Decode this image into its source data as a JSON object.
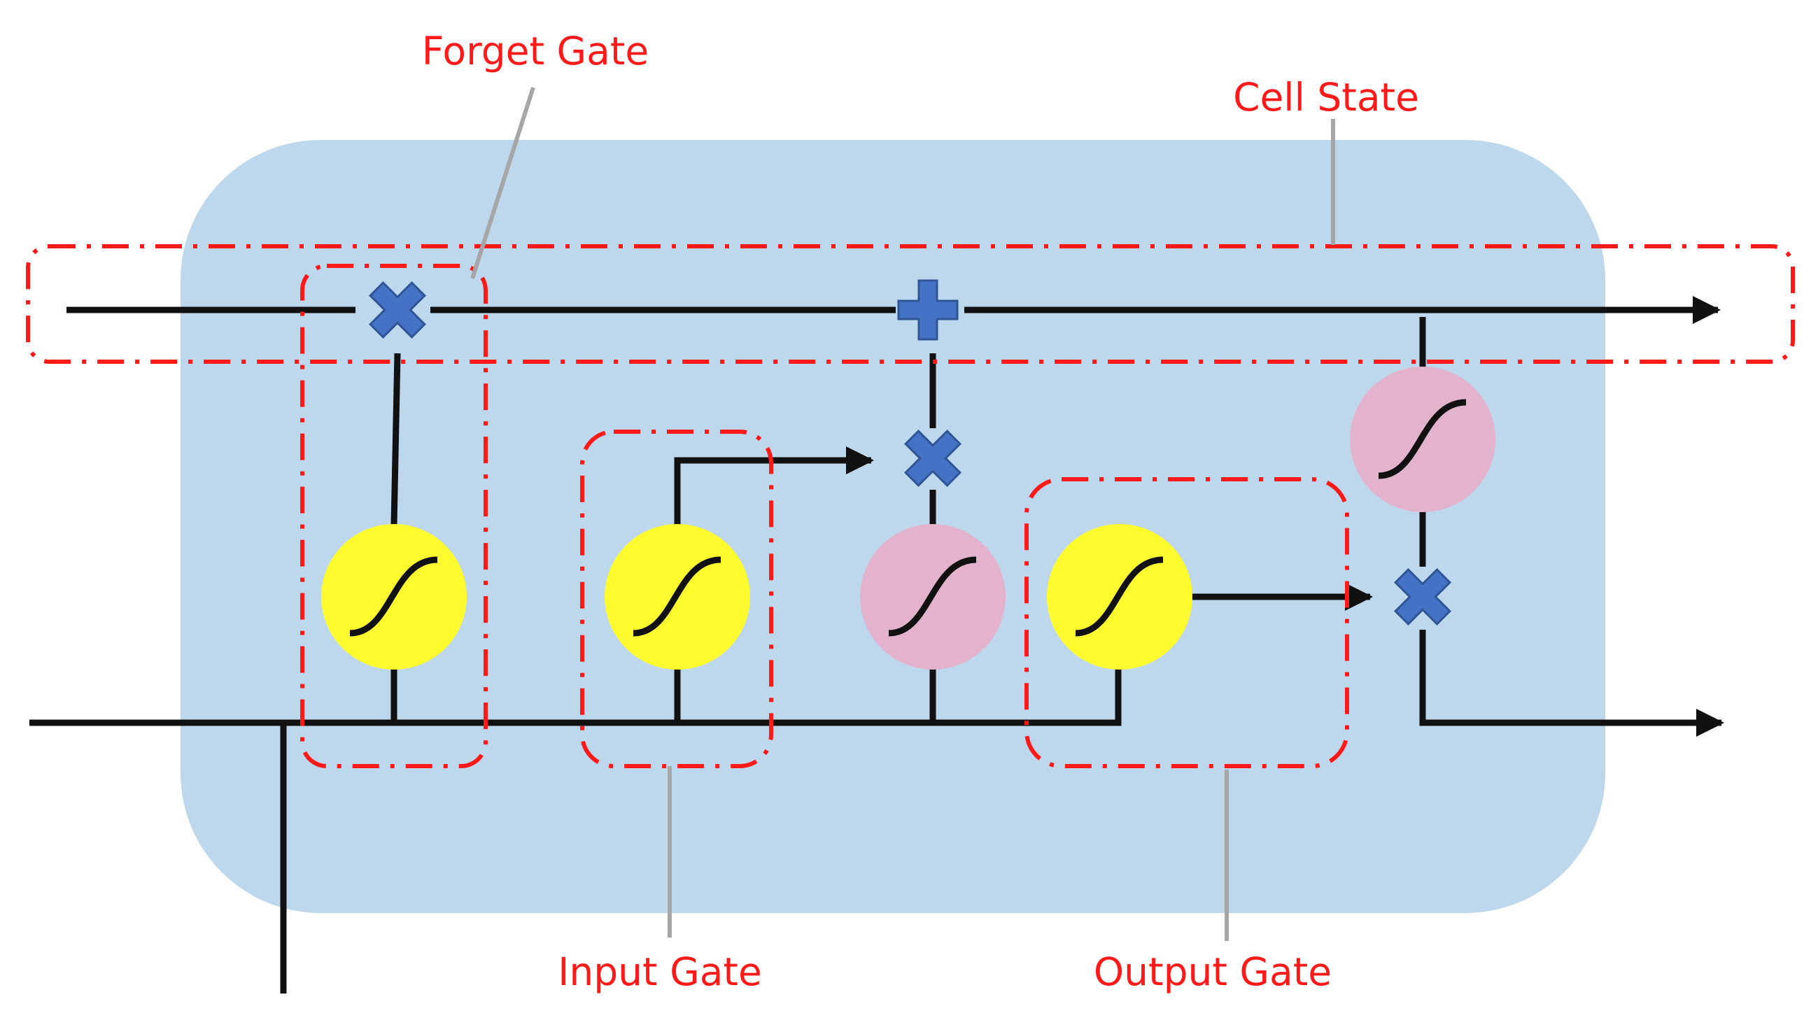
{
  "labels": {
    "forget_gate": "Forget Gate",
    "cell_state": "Cell State",
    "input_gate": "Input Gate",
    "output_gate": "Output Gate"
  },
  "colors": {
    "cell_background": "#bdd7ec",
    "line": "#111111",
    "annotation": "#ff1a1a",
    "leader": "#a6a6a6",
    "sigmoid_node": "#fffb2e",
    "tanh_node": "#e3b3cd",
    "operator": "#4472c4"
  },
  "nodes": {
    "sigmoid_count": 3,
    "tanh_count": 2,
    "operators": [
      "multiply",
      "add",
      "multiply",
      "multiply"
    ]
  }
}
